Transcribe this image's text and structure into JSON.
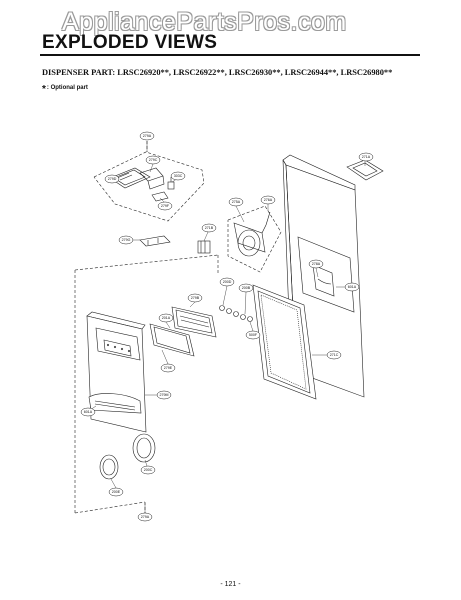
{
  "watermark": "AppliancePartsPros.com",
  "header": {
    "title": "EXPLODED VIEWS"
  },
  "section": {
    "subtitle": "DISPENSER PART: LRSC26920**, LRSC26922**, LRSC26930**, LRSC26944**, LRSC26980**",
    "note_symbol": "*",
    "note_text": ": Optional part"
  },
  "footer": {
    "page_number": "- 121 -"
  },
  "callouts": {
    "c279A_top": "279A",
    "c279C": "279C",
    "c279D": "279D",
    "c303C": "303C",
    "c279F": "279F",
    "c279G": "279G",
    "c271A": "271A",
    "c275A": "275A",
    "c276A": "276A",
    "c271B": "271B",
    "c278A": "278A",
    "c601A": "601A",
    "c200D": "200D",
    "c200B": "200B",
    "c279B": "279B",
    "c201A": "201A",
    "c500F": "500F",
    "c271C": "271C",
    "c279E": "279E",
    "c279M": "279M",
    "c601A_b": "601A",
    "c200C": "200C",
    "c200E": "200E",
    "c279A_bot": "279A"
  }
}
